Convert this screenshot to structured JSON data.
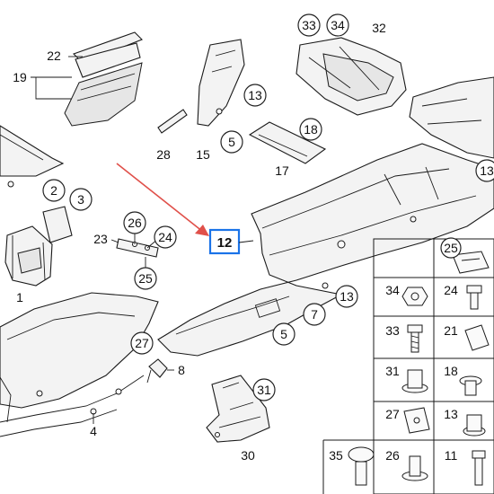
{
  "colors": {
    "highlight_box": "#1a73e8",
    "arrow": "#e0504a"
  },
  "callouts": {
    "c1": "1",
    "c2": "2",
    "c3": "3",
    "c4": "4",
    "c5a": "5",
    "c5b": "5",
    "c7": "7",
    "c8": "8",
    "c12": "12",
    "c13a": "13",
    "c13b": "13",
    "c13c": "13",
    "c13d": "13",
    "c15": "15",
    "c17": "17",
    "c18": "18",
    "c19": "19",
    "c22": "22",
    "c23": "23",
    "c24": "24",
    "c25": "25",
    "c26": "26",
    "c27": "27",
    "c28": "28",
    "c30": "30",
    "c31": "31",
    "c32": "32",
    "c33": "33",
    "c34": "34"
  },
  "hardware_grid": {
    "items": [
      "25",
      "34",
      "24",
      "33",
      "21",
      "31",
      "18",
      "27",
      "13",
      "35",
      "26",
      "11"
    ]
  }
}
